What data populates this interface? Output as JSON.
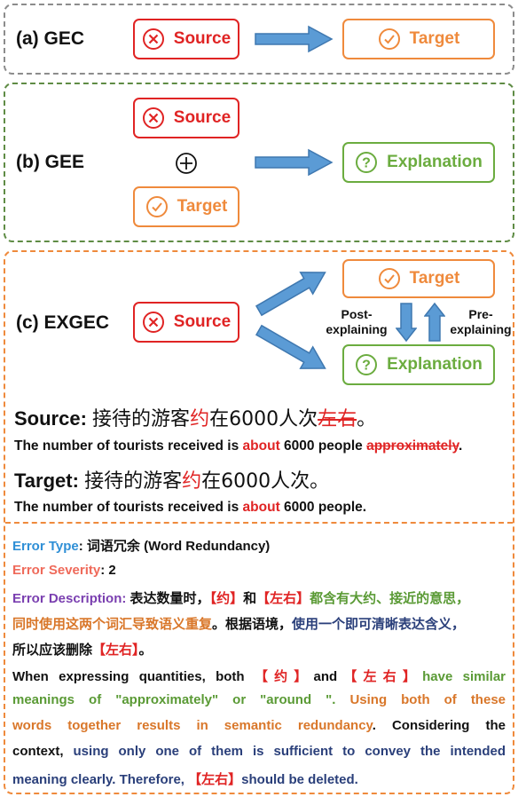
{
  "panels": {
    "a": {
      "label": "(a) GEC",
      "source": "Source",
      "target": "Target"
    },
    "b": {
      "label": "(b) GEE",
      "source": "Source",
      "target": "Target",
      "explanation": "Explanation"
    },
    "c": {
      "label": "(c) EXGEC",
      "source": "Source",
      "target": "Target",
      "explanation": "Explanation",
      "post_explaining": [
        "Post-",
        "explaining"
      ],
      "pre_explaining": [
        "Pre-",
        "explaining"
      ]
    }
  },
  "example": {
    "source_label": "Source:",
    "source_zh": {
      "pre": "接待的游客",
      "red": "约",
      "mid": "在6000人次",
      "strike": "左右",
      "end": "。"
    },
    "source_en": {
      "pre": "The number of tourists received is ",
      "red": "about",
      "mid": " 6000 people ",
      "strike": "approximately",
      "end": "."
    },
    "target_label": "Target:",
    "target_zh": {
      "pre": "接待的游客",
      "red": "约",
      "end": "在6000人次。"
    },
    "target_en": {
      "pre": "The number of tourists received is ",
      "red": "about",
      "end": " 6000 people."
    }
  },
  "error": {
    "type_label": "Error Type",
    "type_value": ": 词语冗余 (Word Redundancy)",
    "severity_label": "Error Severity",
    "severity_value": ": 2",
    "desc_label": "Error Description",
    "desc_zh": {
      "colon": ": ",
      "p1": "表达数量时，",
      "p2": "【约】",
      "p3": "和",
      "p4": "【左右】",
      "p5": "都含有大约、接近的意思，",
      "p6": "同时使用这两个词汇导致语义重复",
      "p7": "。根据语境，",
      "p8": "使用一个即可清晰表达含义，",
      "p9": "所以应该删除",
      "p10": "【左右】",
      "p11": "。"
    },
    "desc_en": {
      "l1a": "When expressing quantities, both",
      "l1b": "【约】",
      "l1c": "and",
      "l1d": "【左右】",
      "l1e": "have similar",
      "l2a": "meanings of \"approximately\" or \"around \".",
      "l2b": "Using both of these",
      "l3a": "words together results in semantic redundancy",
      "l3b": ". Considering the",
      "l4a": "context,",
      "l4b": "using only one of them is sufficient to convey the intended",
      "l5a": "meaning clearly. Therefore,",
      "l5b": "【左右】",
      "l5c": "should be deleted."
    }
  },
  "colors": {
    "red": "#e02424",
    "orange": "#ef8a3c",
    "green": "#6bac3f",
    "gray": "#8c8c8c",
    "dark_green": "#5f8c45",
    "arrow_blue": "#5b9bd5"
  }
}
